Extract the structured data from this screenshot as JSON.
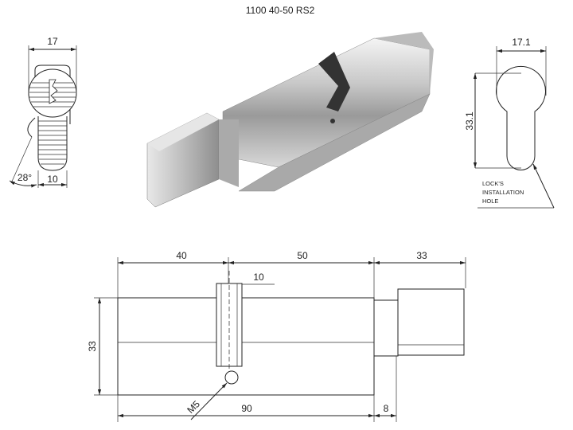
{
  "title": "1100 40-50 RS2",
  "front_view": {
    "width_label": "17",
    "knob_width_label": "10",
    "angle_label": "28°"
  },
  "hole_view": {
    "width_label": "17.1",
    "height_label": "33.1",
    "note_lines": [
      "LOCK'S",
      "INSTALLATION",
      "HOLE"
    ]
  },
  "side_view": {
    "dim_40": "40",
    "dim_50": "50",
    "dim_33_knob": "33",
    "dim_10": "10",
    "dim_33_height": "33",
    "dim_90": "90",
    "dim_8": "8",
    "thread_label": "M5"
  }
}
